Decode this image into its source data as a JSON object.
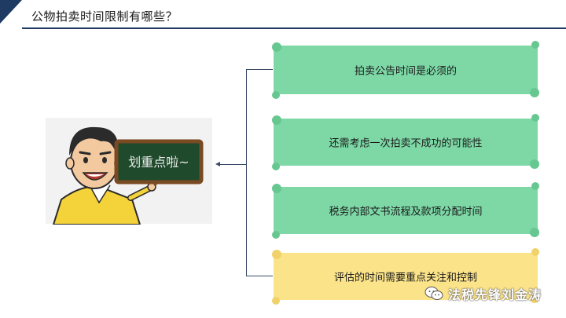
{
  "header": {
    "title": "公物拍卖时间限制有哪些？"
  },
  "items": [
    {
      "label": "拍卖公告时间是必须的"
    },
    {
      "label": "还需考虑一次拍卖不成功的可能性"
    },
    {
      "label": "税务内部文书流程及款项分配时间"
    },
    {
      "label": "评估的时间需要重点关注和控制"
    }
  ],
  "blackboard": {
    "text": "划重点啦~"
  },
  "watermark": {
    "text": "法税先锋刘金涛",
    "icon": "wechat-icon"
  },
  "colors": {
    "header": "#1f3b63",
    "green": "#7dd8a6",
    "yellow": "#fbe38a"
  }
}
